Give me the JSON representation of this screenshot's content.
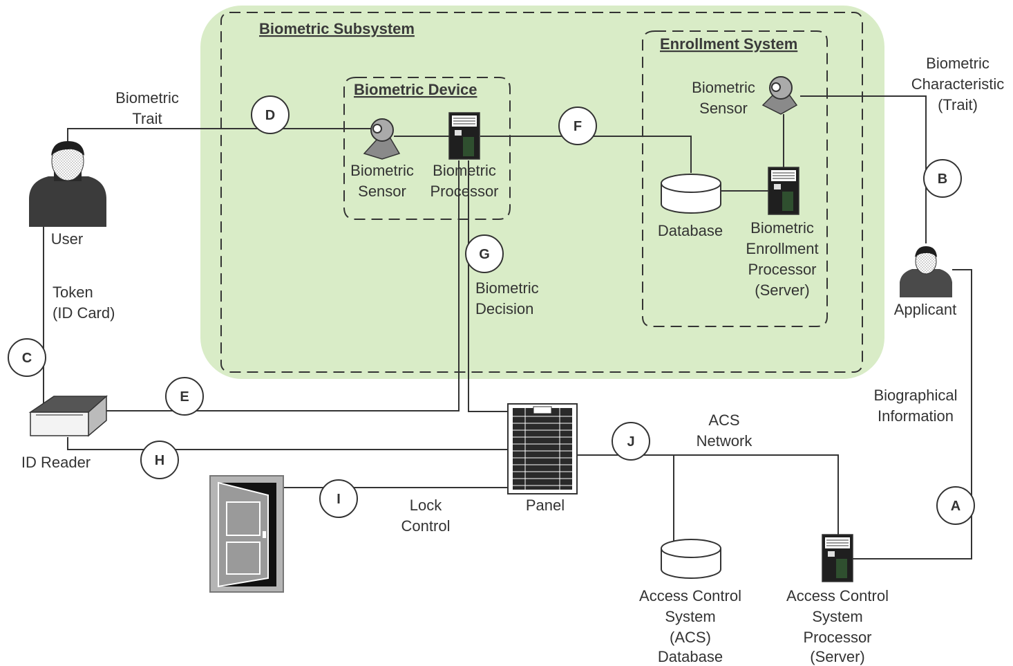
{
  "titles": {
    "biometric_subsystem": "Biometric Subsystem",
    "enrollment_system": "Enrollment System",
    "biometric_device": "Biometric Device"
  },
  "labels": {
    "biometric_trait": [
      "Biometric",
      "Trait"
    ],
    "user": [
      "User"
    ],
    "token": [
      "Token",
      "(ID Card)"
    ],
    "id_reader": [
      "ID Reader"
    ],
    "biometric_sensor_device": [
      "Biometric",
      "Sensor"
    ],
    "biometric_processor": [
      "Biometric",
      "Processor"
    ],
    "biometric_decision": [
      "Biometric",
      "Decision"
    ],
    "biometric_sensor_enroll": [
      "Biometric",
      "Sensor"
    ],
    "database_enroll": [
      "Database"
    ],
    "enrollment_processor": [
      "Biometric",
      "Enrollment",
      "Processor",
      "(Server)"
    ],
    "biometric_characteristic": [
      "Biometric",
      "Characteristic",
      "(Trait)"
    ],
    "applicant": [
      "Applicant"
    ],
    "biographical_information": [
      "Biographical",
      "Information"
    ],
    "panel": [
      "Panel"
    ],
    "lock_control": [
      "Lock",
      "Control"
    ],
    "acs_network": [
      "ACS",
      "Network"
    ],
    "acs_database": [
      "Access Control",
      "System",
      "(ACS)",
      "Database"
    ],
    "acs_processor": [
      "Access Control",
      "System",
      "Processor",
      "(Server)"
    ]
  },
  "markers": {
    "A": "A",
    "B": "B",
    "C": "C",
    "D": "D",
    "E": "E",
    "F": "F",
    "G": "G",
    "H": "H",
    "I": "I",
    "J": "J"
  },
  "colors": {
    "subsystem_fill": "#d9ecc7",
    "line": "#333333",
    "icon_dark": "#3b3b3b",
    "door_gray": "#9a9a9a"
  }
}
